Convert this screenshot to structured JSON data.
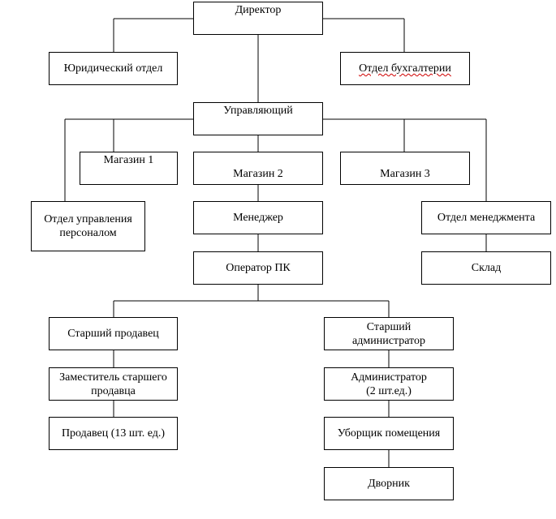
{
  "chart_data": {
    "type": "org-chart",
    "nodes": {
      "director": "Директор",
      "legal": "Юридический отдел",
      "accounting": "Отдел бухгалтерии",
      "manager_head": "Управляющий",
      "shop1": "Магазин 1",
      "shop2": "Магазин 2",
      "shop3": "Магазин 3",
      "hr": "Отдел управления персоналом",
      "management_dept": "Отдел менеджмента",
      "manager": "Менеджер",
      "warehouse": "Склад",
      "pc_operator": "Оператор ПК",
      "senior_seller": "Старший продавец",
      "senior_admin": "Старший администратор",
      "deputy_senior_seller": "Заместитель старшего продавца",
      "administrator": "Администратор (2 шт.ед.)",
      "seller": "Продавец (13 шт. ед.)",
      "cleaner": "Уборщик помещения",
      "janitor": "Дворник"
    },
    "edges": [
      [
        "director",
        "legal"
      ],
      [
        "director",
        "accounting"
      ],
      [
        "director",
        "manager_head"
      ],
      [
        "manager_head",
        "hr"
      ],
      [
        "manager_head",
        "shop1"
      ],
      [
        "manager_head",
        "shop2"
      ],
      [
        "manager_head",
        "shop3"
      ],
      [
        "manager_head",
        "management_dept"
      ],
      [
        "shop2",
        "manager"
      ],
      [
        "manager",
        "pc_operator"
      ],
      [
        "management_dept",
        "warehouse"
      ],
      [
        "pc_operator",
        "senior_seller"
      ],
      [
        "pc_operator",
        "senior_admin"
      ],
      [
        "senior_seller",
        "deputy_senior_seller"
      ],
      [
        "deputy_senior_seller",
        "seller"
      ],
      [
        "senior_admin",
        "administrator"
      ],
      [
        "administrator",
        "cleaner"
      ],
      [
        "cleaner",
        "janitor"
      ]
    ]
  },
  "colors": {
    "line": "#000000",
    "box_border": "#000000",
    "spellcheck": "#d00000"
  }
}
